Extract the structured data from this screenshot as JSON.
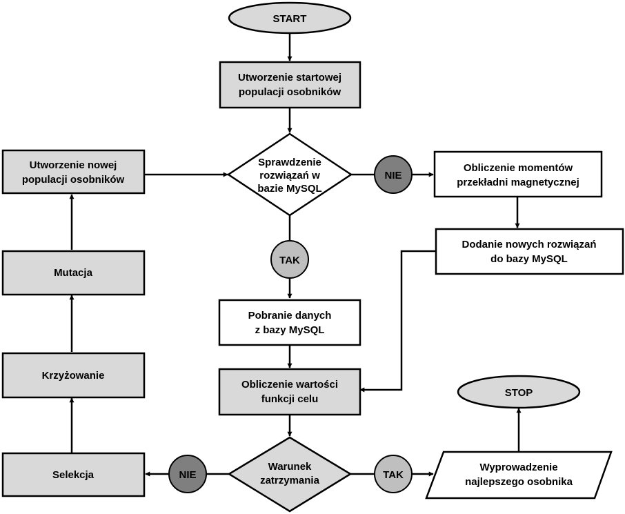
{
  "flowchart": {
    "start": "START",
    "stop": "STOP",
    "init_population": [
      "Utworzenie startowej",
      "populacji osobników"
    ],
    "check_solutions": [
      "Sprawdzenie",
      "rozwiązań w",
      "bazie MySQL"
    ],
    "compute_moments": [
      "Obliczenie momentów",
      "przekładni magnetycznej"
    ],
    "add_solutions": [
      "Dodanie nowych rozwiązań",
      "do bazy MySQL"
    ],
    "fetch_data": [
      "Pobranie danych",
      "z bazy MySQL"
    ],
    "compute_objective": [
      "Obliczenie wartości",
      "funkcji celu"
    ],
    "stop_condition": [
      "Warunek",
      "zatrzymania"
    ],
    "output_best": [
      "Wyprowadzenie",
      "najlepszego osobnika"
    ],
    "new_population": [
      "Utworzenie nowej",
      "populacji osobników"
    ],
    "mutation": "Mutacja",
    "crossover": "Krzyżowanie",
    "selection": "Selekcja",
    "no_label": "NIE",
    "yes_label": "TAK"
  }
}
